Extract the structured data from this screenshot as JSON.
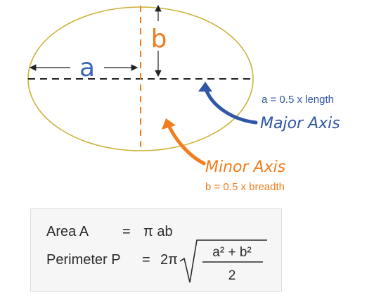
{
  "diagram": {
    "label_a": "a",
    "label_b": "b",
    "major_axis_label": "Major Axis",
    "major_axis_note": "a = 0.5 x length",
    "minor_axis_label": "Minor Axis",
    "minor_axis_note": "b = 0.5 x breadth"
  },
  "formulas": {
    "area_prefix": "Area A",
    "area_expr": "π ab",
    "perimeter_prefix": "Perimeter P",
    "perimeter_coeff": "2π",
    "perimeter_numerator": "a² + b²",
    "perimeter_denominator": "2",
    "equals": "="
  },
  "colors": {
    "ellipse_stroke": "#c9b23a",
    "axis_dash": "#222222",
    "minor_orange": "#f07d1e",
    "major_blue": "#2f57a6",
    "label_a_blue": "#3a67b8",
    "formula_bg": "#f6f6f6"
  }
}
